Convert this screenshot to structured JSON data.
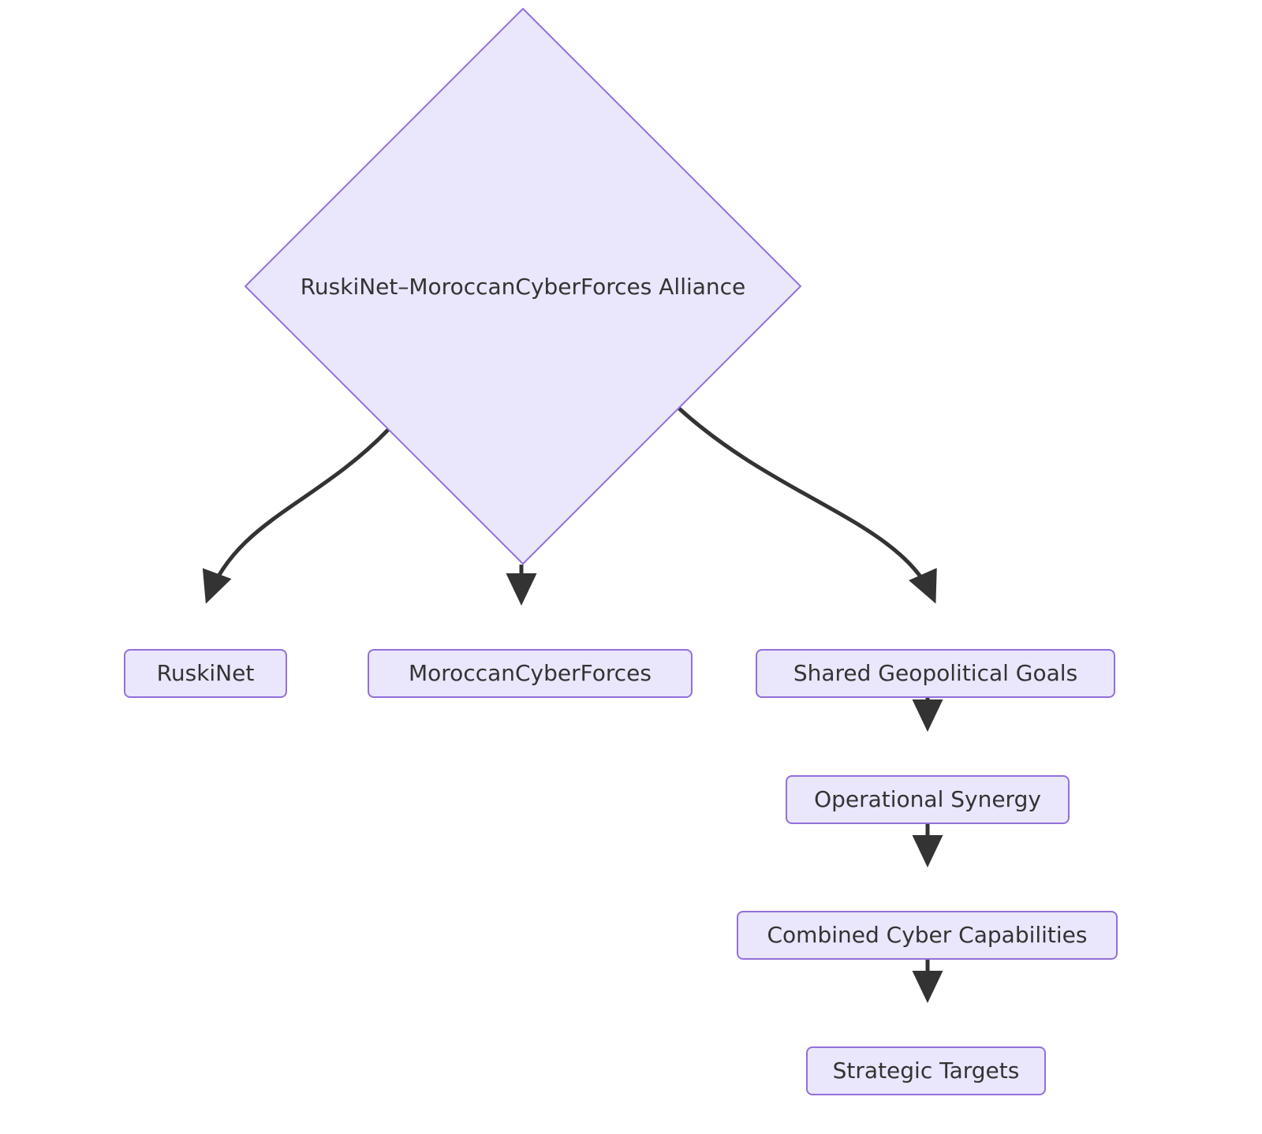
{
  "diagram": {
    "type": "flowchart",
    "direction": "top-down",
    "background_color": "#ffffff",
    "node_fill_color": "#eae6fc",
    "node_border_color": "#9370db",
    "node_text_color": "#333333",
    "edge_color": "#333333",
    "nodes": [
      {
        "id": "alliance",
        "label": "RuskiNet–MoroccanCyberForces Alliance",
        "shape": "diamond"
      },
      {
        "id": "ruskinet",
        "label": "RuskiNet",
        "shape": "rounded-rect"
      },
      {
        "id": "mcf",
        "label": "MoroccanCyberForces",
        "shape": "rounded-rect"
      },
      {
        "id": "goals",
        "label": "Shared Geopolitical Goals",
        "shape": "rounded-rect"
      },
      {
        "id": "synergy",
        "label": "Operational Synergy",
        "shape": "rounded-rect"
      },
      {
        "id": "capabilities",
        "label": "Combined Cyber Capabilities",
        "shape": "rounded-rect"
      },
      {
        "id": "targets",
        "label": "Strategic Targets",
        "shape": "rounded-rect"
      }
    ],
    "edges": [
      {
        "from": "alliance",
        "to": "ruskinet",
        "label": ""
      },
      {
        "from": "alliance",
        "to": "mcf",
        "label": ""
      },
      {
        "from": "alliance",
        "to": "goals",
        "label": ""
      },
      {
        "from": "goals",
        "to": "synergy",
        "label": ""
      },
      {
        "from": "synergy",
        "to": "capabilities",
        "label": ""
      },
      {
        "from": "capabilities",
        "to": "targets",
        "label": ""
      }
    ]
  }
}
